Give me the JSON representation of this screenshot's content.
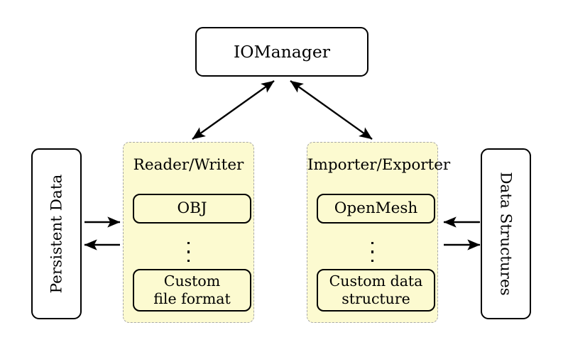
{
  "diagram": {
    "title": "IOManager",
    "manager": {
      "label": "IOManager"
    },
    "stores": {
      "left": {
        "label": "Persistent Data"
      },
      "right": {
        "label": "Data Structures"
      }
    },
    "groups": [
      {
        "id": "reader-writer",
        "title": "Reader/Writer",
        "items": [
          {
            "id": "obj",
            "label": "OBJ"
          },
          {
            "id": "custom-file-format",
            "label": "Custom\nfile format"
          }
        ],
        "ellipsis": "⋮"
      },
      {
        "id": "importer-exporter",
        "title": "Importer/Exporter",
        "items": [
          {
            "id": "openmesh",
            "label": "OpenMesh"
          },
          {
            "id": "custom-data-structure",
            "label": "Custom data\nstructure"
          }
        ],
        "ellipsis": "⋮"
      }
    ],
    "connections": [
      {
        "id": "manager-to-reader-writer",
        "from": "IOManager",
        "to": "Reader/Writer",
        "style": "double-headed"
      },
      {
        "id": "manager-to-importer-exporter",
        "from": "IOManager",
        "to": "Importer/Exporter",
        "style": "double-headed"
      },
      {
        "id": "persistent-data-to-reader-writer",
        "from": "Persistent Data",
        "to": "Reader/Writer",
        "style": "single-headed"
      },
      {
        "id": "reader-writer-to-persistent-data",
        "from": "Reader/Writer",
        "to": "Persistent Data",
        "style": "single-headed"
      },
      {
        "id": "data-structures-to-importer-exporter",
        "from": "Data Structures",
        "to": "Importer/Exporter",
        "style": "single-headed"
      },
      {
        "id": "importer-exporter-to-data-structures",
        "from": "Importer/Exporter",
        "to": "Data Structures",
        "style": "single-headed"
      }
    ],
    "colors": {
      "group_fill": "#fcfad0",
      "group_border": "#a8a8a8",
      "stroke": "#000000",
      "background": "#ffffff"
    }
  }
}
